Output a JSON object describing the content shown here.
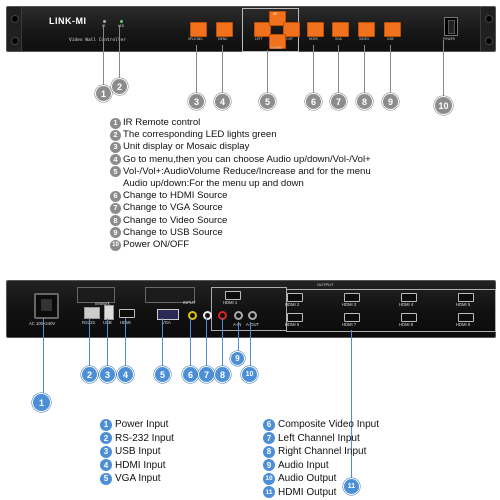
{
  "front_panel": {
    "brand": "LINK-MI",
    "model": "Video Wall Controller",
    "ir_label": "IR",
    "led_label": "LED",
    "button_labels": [
      "SPLICING",
      "MENU",
      "LEFT",
      "UP",
      "RIGHT",
      "DOWN",
      "HDMI",
      "VGA",
      "VIDEO",
      "USB"
    ],
    "power_label": "POWER",
    "button_color": "#f2711c"
  },
  "front_callouts": [
    "1",
    "2",
    "3",
    "4",
    "5",
    "6",
    "7",
    "8",
    "9",
    "10"
  ],
  "front_legend": [
    {
      "num": "1",
      "text": "IR Remote control"
    },
    {
      "num": "2",
      "text": "The corresponding LED lights green"
    },
    {
      "num": "3",
      "text": "Unit display or Mosaic display"
    },
    {
      "num": "4",
      "text": "Go to menu,then you can choose Audio up/down/Vol-/Vol+"
    },
    {
      "num": "5",
      "text": "Vol-/Vol+:AudioVolume Reduce/Increase and for the menu",
      "cont": "Audio up/down:For the menu up and down"
    },
    {
      "num": "6",
      "text": "Change to HDMI Source"
    },
    {
      "num": "7",
      "text": "Change to VGA Source"
    },
    {
      "num": "8",
      "text": "Change to Video Source"
    },
    {
      "num": "9",
      "text": "Change to USB Source"
    },
    {
      "num": "10",
      "text": "Power ON/OFF"
    }
  ],
  "rear_panel": {
    "ac_label": "AC 100~240V",
    "rs232_label": "RS232",
    "usb_label": "USB",
    "hdmi_in_label": "HDMI",
    "input_label": "INPUT",
    "vga_label": "VGA",
    "output_label": "OUTPUT",
    "audio_in_label": "A-IN",
    "audio_out_label": "A-OUT",
    "network_label": "network",
    "hdmi_out_labels": [
      "HDMI 1",
      "HDMI 2",
      "HDMI 3",
      "HDMI 4",
      "HDMI 5",
      "HDMI 6",
      "HDMI 7",
      "HDMI 8",
      "HDMI 9"
    ]
  },
  "rear_callouts": [
    "1",
    "2",
    "3",
    "4",
    "5",
    "6",
    "7",
    "8",
    "9",
    "10",
    "11"
  ],
  "rear_legend_left": [
    {
      "num": "1",
      "text": "Power Input"
    },
    {
      "num": "2",
      "text": "RS-232 Input"
    },
    {
      "num": "3",
      "text": "USB Input"
    },
    {
      "num": "4",
      "text": "HDMI Input"
    },
    {
      "num": "5",
      "text": "VGA Input"
    }
  ],
  "rear_legend_right": [
    {
      "num": "6",
      "text": "Composite Video Input"
    },
    {
      "num": "7",
      "text": "Left Channel Input"
    },
    {
      "num": "8",
      "text": "Right Channel Input"
    },
    {
      "num": "9",
      "text": "Audio Input"
    },
    {
      "num": "10",
      "text": "Audio Output"
    },
    {
      "num": "11",
      "text": "HDMI Output"
    }
  ]
}
